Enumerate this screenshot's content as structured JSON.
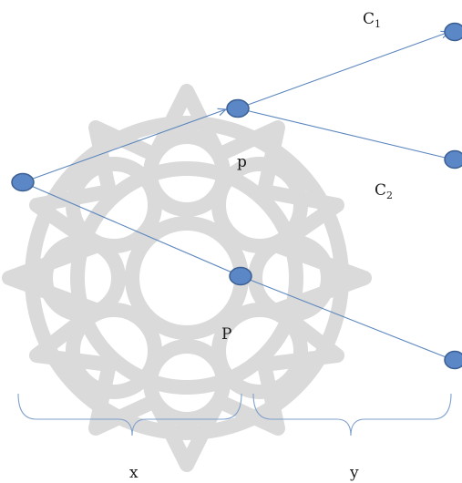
{
  "labels": {
    "c1_letter": "C",
    "c1_sub": "1",
    "c2_letter": "C",
    "c2_sub": "2",
    "p_lower": "p",
    "p_upper": "P",
    "x": "x",
    "y": "y"
  },
  "colors": {
    "node_fill": "#5b87c6",
    "edge": "#5b86bd",
    "watermark": "#d6d6d6"
  }
}
